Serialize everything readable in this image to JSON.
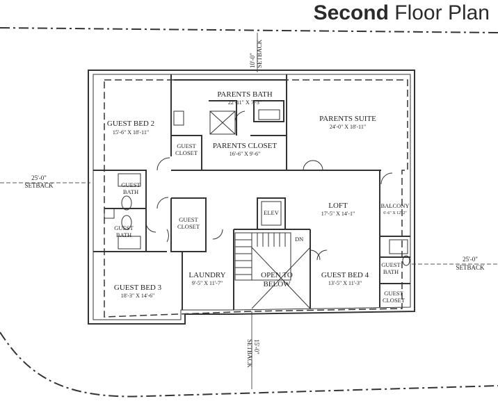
{
  "title": {
    "bold": "Second",
    "rest": " Floor Plan"
  },
  "rooms": {
    "guest_bed_2": {
      "name": "GUEST BED 2",
      "dims": "15'-6\" X 18'-11\""
    },
    "parents_bath": {
      "name": "PARENTS BATH",
      "dims": "22'-11\" X 7'-3\""
    },
    "parents_suite": {
      "name": "PARENTS SUITE",
      "dims": "24'-0\" X 18'-11\""
    },
    "parents_closet": {
      "name": "PARENTS CLOSET",
      "dims": "16'-6\" X 9'-6\""
    },
    "guest_closet_top": {
      "line1": "GUEST",
      "line2": "CLOSET"
    },
    "guest_bath_1": {
      "line1": "GUEST",
      "line2": "BATH"
    },
    "guest_bath_2": {
      "line1": "GUEST",
      "line2": "BATH"
    },
    "guest_closet_mid": {
      "line1": "GUEST",
      "line2": "CLOSET"
    },
    "elev": {
      "name": "ELEV"
    },
    "loft": {
      "name": "LOFT",
      "dims": "17'-5\" X 14'-1\""
    },
    "balcony": {
      "name": "BALCONY",
      "dims": "6'-6\" X 12'-2\""
    },
    "stair": {
      "label": "DN"
    },
    "laundry": {
      "name": "LAUNDRY",
      "dims": "9'-5\" X 11'-7\""
    },
    "open_to_below": {
      "line1": "OPEN TO",
      "line2": "BELOW"
    },
    "guest_bed_4": {
      "name": "GUEST BED 4",
      "dims": "13'-5\" X 11'-3\""
    },
    "guest_bath_3": {
      "line1": "GUEST",
      "line2": "BATH"
    },
    "guest_closet_right": {
      "line1": "GUEST",
      "line2": "CLOSET"
    },
    "guest_bed_3": {
      "name": "GUEST BED 3",
      "dims": "18'-3\" X 14'-6\""
    }
  },
  "setbacks": {
    "top": {
      "dim": "10'-0\"",
      "word": "SETBACK"
    },
    "left": {
      "dim": "25'-0\"",
      "word": "SETBACK"
    },
    "right": {
      "dim": "25'-0\"",
      "word": "SETBACK"
    },
    "bottom": {
      "dim": "15'-0\"",
      "word": "SETBACK"
    }
  }
}
